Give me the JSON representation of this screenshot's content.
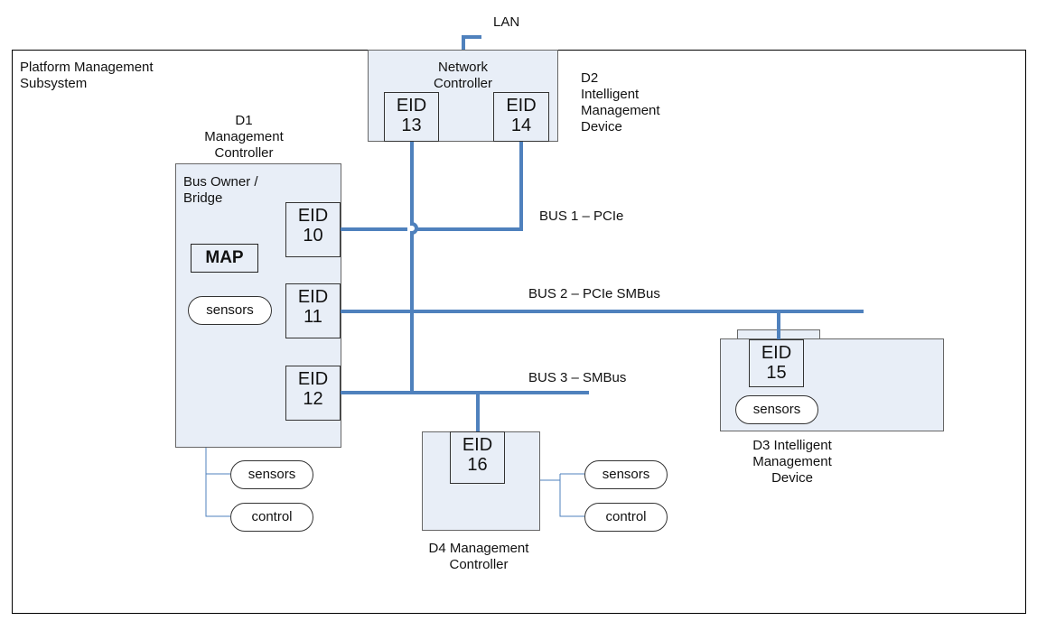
{
  "lan": "LAN",
  "subsystem": {
    "line1": "Platform Management",
    "line2": "Subsystem"
  },
  "network_controller": {
    "line1": "Network",
    "line2": "Controller"
  },
  "d2": {
    "line1": "D2",
    "line2": "Intelligent",
    "line3": "Management",
    "line4": "Device"
  },
  "d1": {
    "line1": "D1",
    "line2": "Management",
    "line3": "Controller"
  },
  "bus_owner": {
    "line1": "Bus Owner /",
    "line2": "Bridge"
  },
  "map": "MAP",
  "sensors": "sensors",
  "control": "control",
  "eid": {
    "e13": {
      "t": "EID",
      "n": "13"
    },
    "e14": {
      "t": "EID",
      "n": "14"
    },
    "e10": {
      "t": "EID",
      "n": "10"
    },
    "e11": {
      "t": "EID",
      "n": "11"
    },
    "e12": {
      "t": "EID",
      "n": "12"
    },
    "e15": {
      "t": "EID",
      "n": "15"
    },
    "e16": {
      "t": "EID",
      "n": "16"
    }
  },
  "bus1": "BUS 1 – PCIe",
  "bus2": "BUS 2  – PCIe SMBus",
  "bus3": "BUS 3  – SMBus",
  "d3": {
    "line1": "D3 Intelligent",
    "line2": "Management",
    "line3": "Device"
  },
  "d4": {
    "line1": "D4 Management",
    "line2": "Controller"
  },
  "colors": {
    "bus": "#4f81bd",
    "box_fill": "#e8eef7",
    "thin_line": "#4f81bd"
  }
}
